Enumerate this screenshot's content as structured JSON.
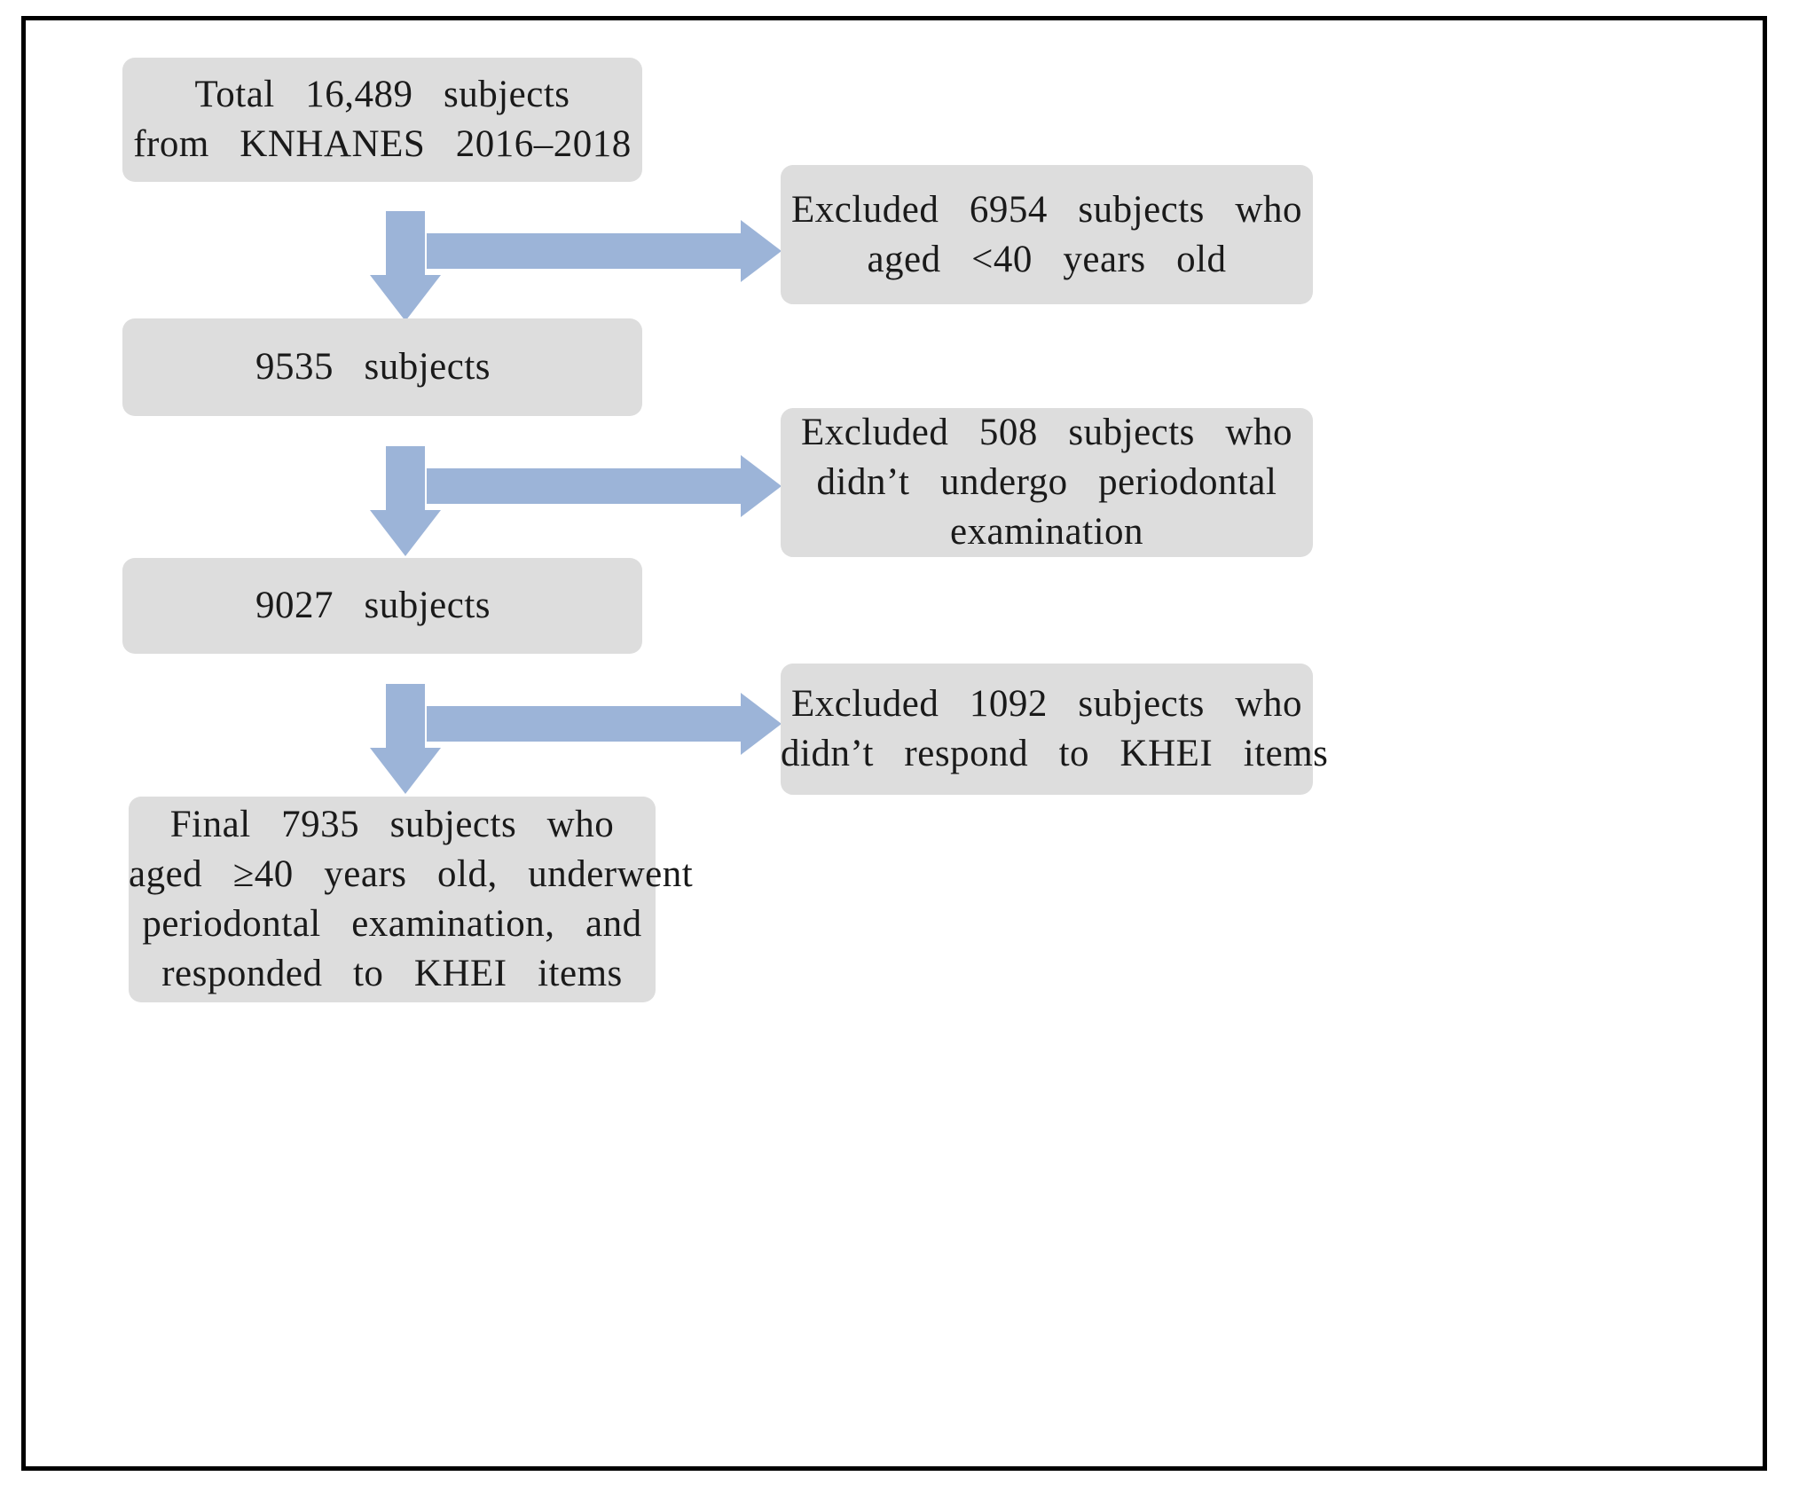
{
  "figure": {
    "type": "flowchart",
    "subject": "Study participant selection flow diagram (KNHANES)",
    "colors": {
      "node_fill": "#dddddd",
      "arrow_fill": "#9cb4d8",
      "frame_border": "#000000",
      "text": "#1a1a1a",
      "background": "#ffffff"
    }
  },
  "flow": {
    "main_nodes": [
      {
        "id": "total",
        "lines": [
          "Total  16,489  subjects",
          "from  KNHANES  2016–2018"
        ],
        "count": 16489
      },
      {
        "id": "after_age",
        "lines": [
          "9535  subjects"
        ],
        "count": 9535
      },
      {
        "id": "after_perio",
        "lines": [
          "9027  subjects"
        ],
        "count": 9027
      },
      {
        "id": "final",
        "lines": [
          "Final  7935  subjects  who",
          "aged  ≥40  years  old,  underwent",
          "periodontal  examination,  and",
          "responded  to  KHEI  items"
        ],
        "count": 7935
      }
    ],
    "exclusion_nodes": [
      {
        "id": "excl_age",
        "lines": [
          "Excluded  6954  subjects  who",
          "aged  <40  years  old"
        ],
        "count": 6954
      },
      {
        "id": "excl_perio",
        "lines": [
          "Excluded  508  subjects  who",
          "didn’t  undergo  periodontal",
          "examination"
        ],
        "count": 508
      },
      {
        "id": "excl_khei",
        "lines": [
          "Excluded  1092  subjects  who",
          "didn’t  respond  to  KHEI  items"
        ],
        "count": 1092
      }
    ],
    "arrows": [
      {
        "id": "down-1",
        "direction": "down"
      },
      {
        "id": "right-1",
        "direction": "right"
      },
      {
        "id": "down-2",
        "direction": "down"
      },
      {
        "id": "right-2",
        "direction": "right"
      },
      {
        "id": "down-3",
        "direction": "down"
      },
      {
        "id": "right-3",
        "direction": "right"
      }
    ]
  }
}
